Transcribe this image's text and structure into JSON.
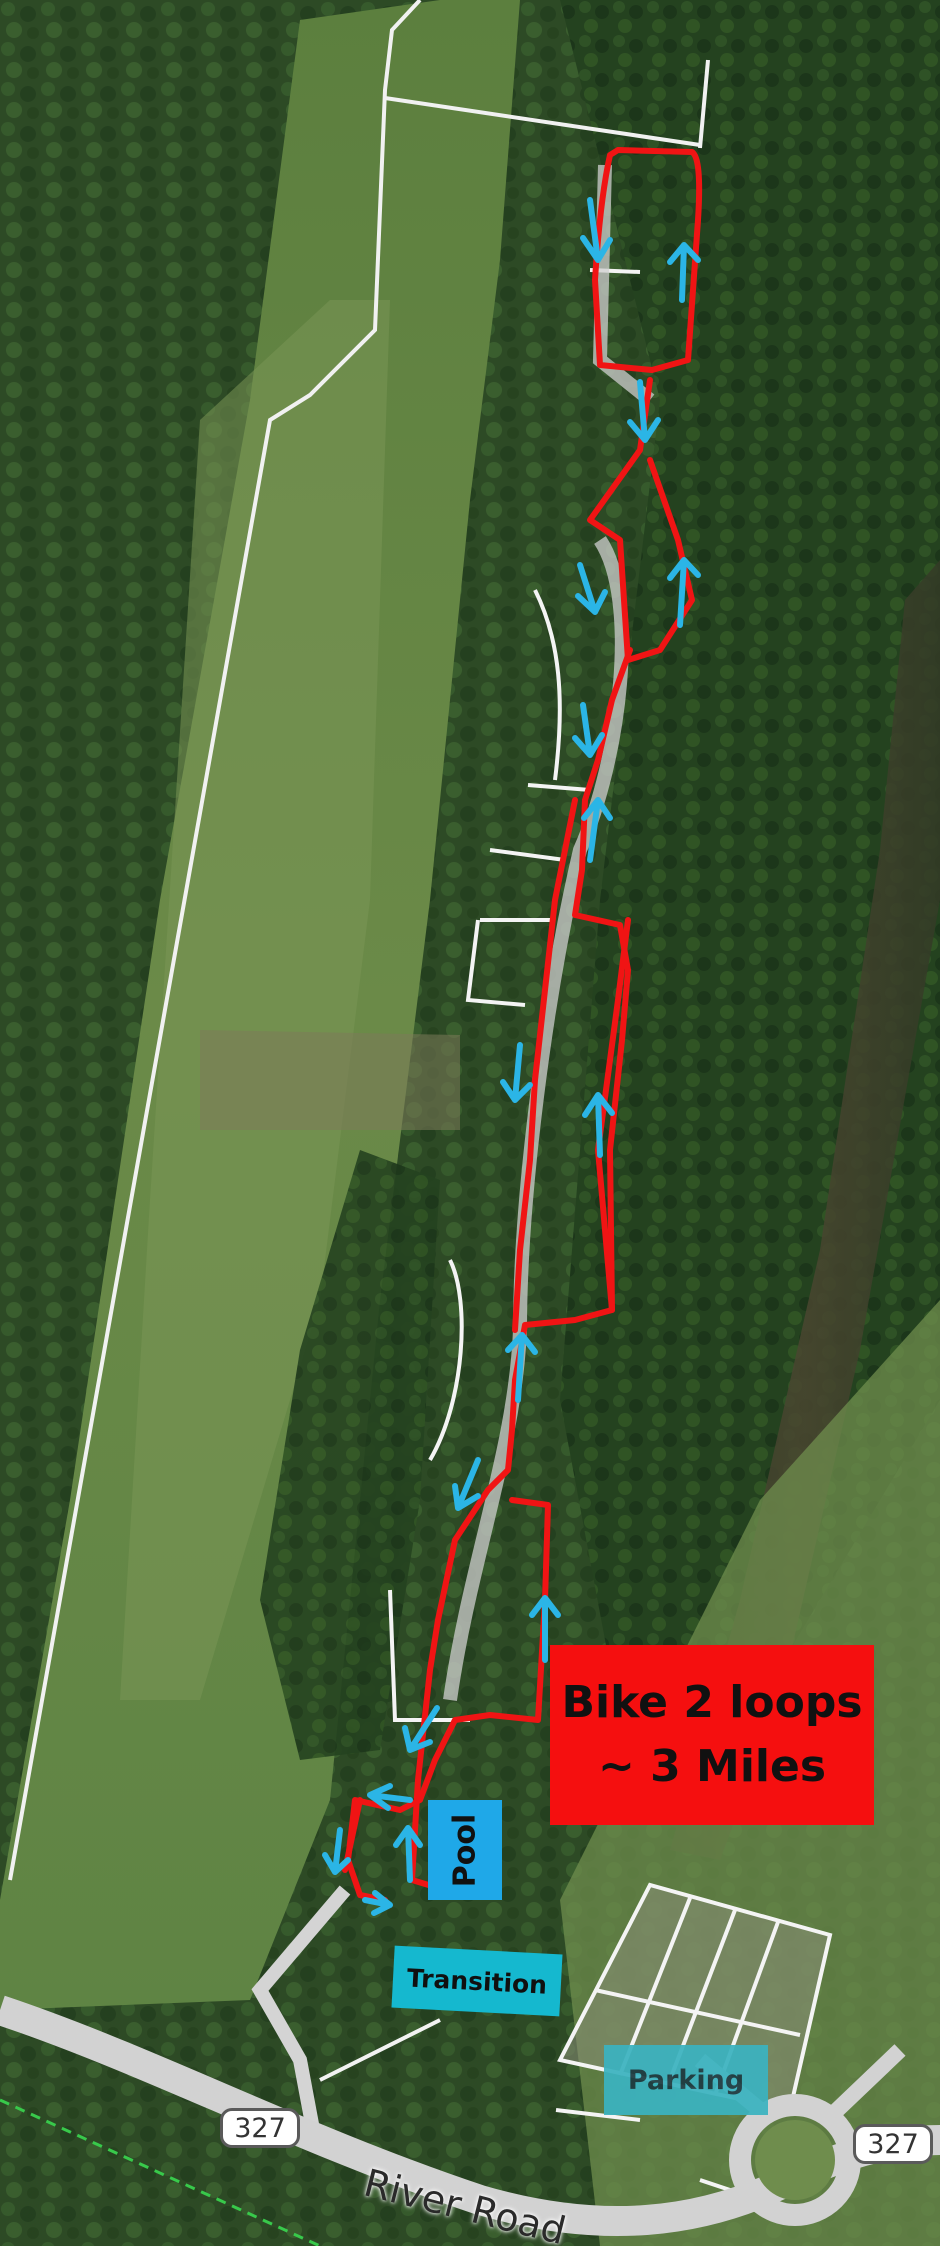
{
  "map": {
    "type": "satellite-course-map",
    "colors": {
      "route": "#f01414",
      "arrows": "#2bb5e6",
      "callout": "#f50f0f",
      "pool": "#1fa8e8",
      "transition": "#15b8cf",
      "parking": "#3bb3c0",
      "trail": "#38c94b"
    }
  },
  "callout": {
    "line1": "Bike 2 loops",
    "line2": "~ 3 Miles"
  },
  "labels": {
    "pool": "Pool",
    "transition": "Transition",
    "parking": "Parking"
  },
  "road": {
    "name": "River Road",
    "shield_left": "327",
    "shield_right": "327"
  }
}
